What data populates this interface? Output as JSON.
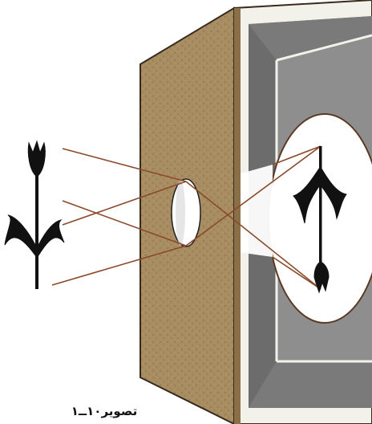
{
  "figure": {
    "caption": "تصویر۱۰ــ۱",
    "colors": {
      "panel": "#a88d62",
      "panel_speckle": "#7d6440",
      "box_frame": "#f2f1ea",
      "box_inner": "#8e8e8e",
      "box_inner_dark": "#6c6c6c",
      "screen_light": "#ffffff",
      "screen_edge": "#5a3a24",
      "light_beam": "#ffffff",
      "ray": "#8a4a2a",
      "object": "#111111"
    },
    "icons": [
      "tulip-object",
      "tulip-inverted-image",
      "pinhole-aperture"
    ]
  }
}
